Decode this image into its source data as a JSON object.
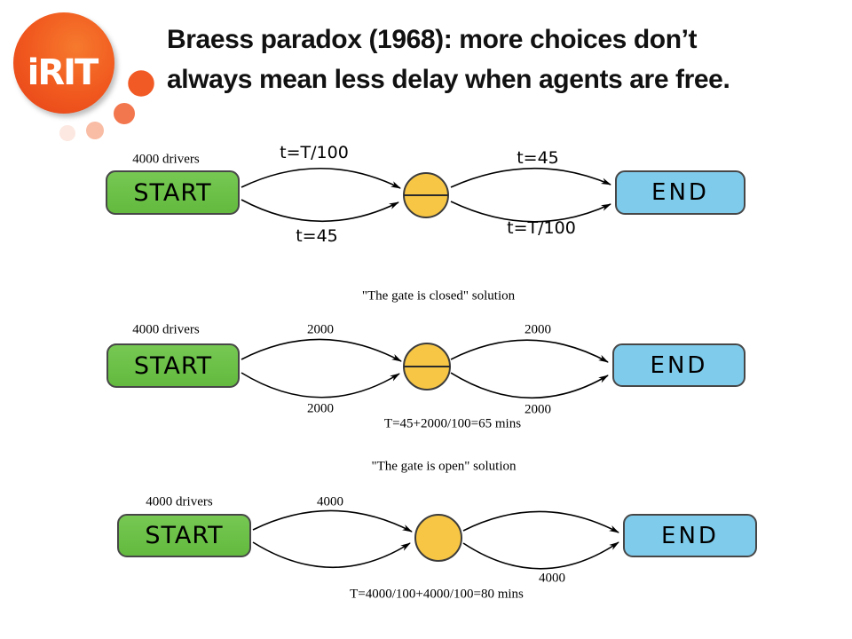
{
  "slide": {
    "title": "Braess paradox (1968): more choices don’t\nalways mean less delay when agents are free.",
    "logo_text": "iRIT"
  },
  "colors": {
    "start_green": "#6cbe45",
    "end_blue": "#7ecbec",
    "node_yellow": "#f7c644",
    "logo_orange": "#f1551f",
    "edge_black": "#000000"
  },
  "diagrams": [
    {
      "name": "cost-functions",
      "drivers": "4000 drivers",
      "start": "START",
      "end": "END",
      "gate": "closed",
      "edge_labels": {
        "top_left": "t=T/100",
        "bottom_left": "t=45",
        "top_right": "t=45",
        "bottom_right": "t=T/100"
      }
    },
    {
      "name": "gate-closed-solution",
      "title": "\"The gate is closed\" solution",
      "drivers": "4000 drivers",
      "start": "START",
      "end": "END",
      "gate": "closed",
      "edge_labels": {
        "top_left": "2000",
        "bottom_left": "2000",
        "top_right": "2000",
        "bottom_right": "2000"
      },
      "caption": "T=45+2000/100=65 mins"
    },
    {
      "name": "gate-open-solution",
      "title": "\"The gate is open\" solution",
      "drivers": "4000 drivers",
      "start": "START",
      "end": "END",
      "gate": "open",
      "edge_labels": {
        "top_left": "4000",
        "bottom_right": "4000"
      },
      "caption": "T=4000/100+4000/100=80 mins"
    }
  ]
}
